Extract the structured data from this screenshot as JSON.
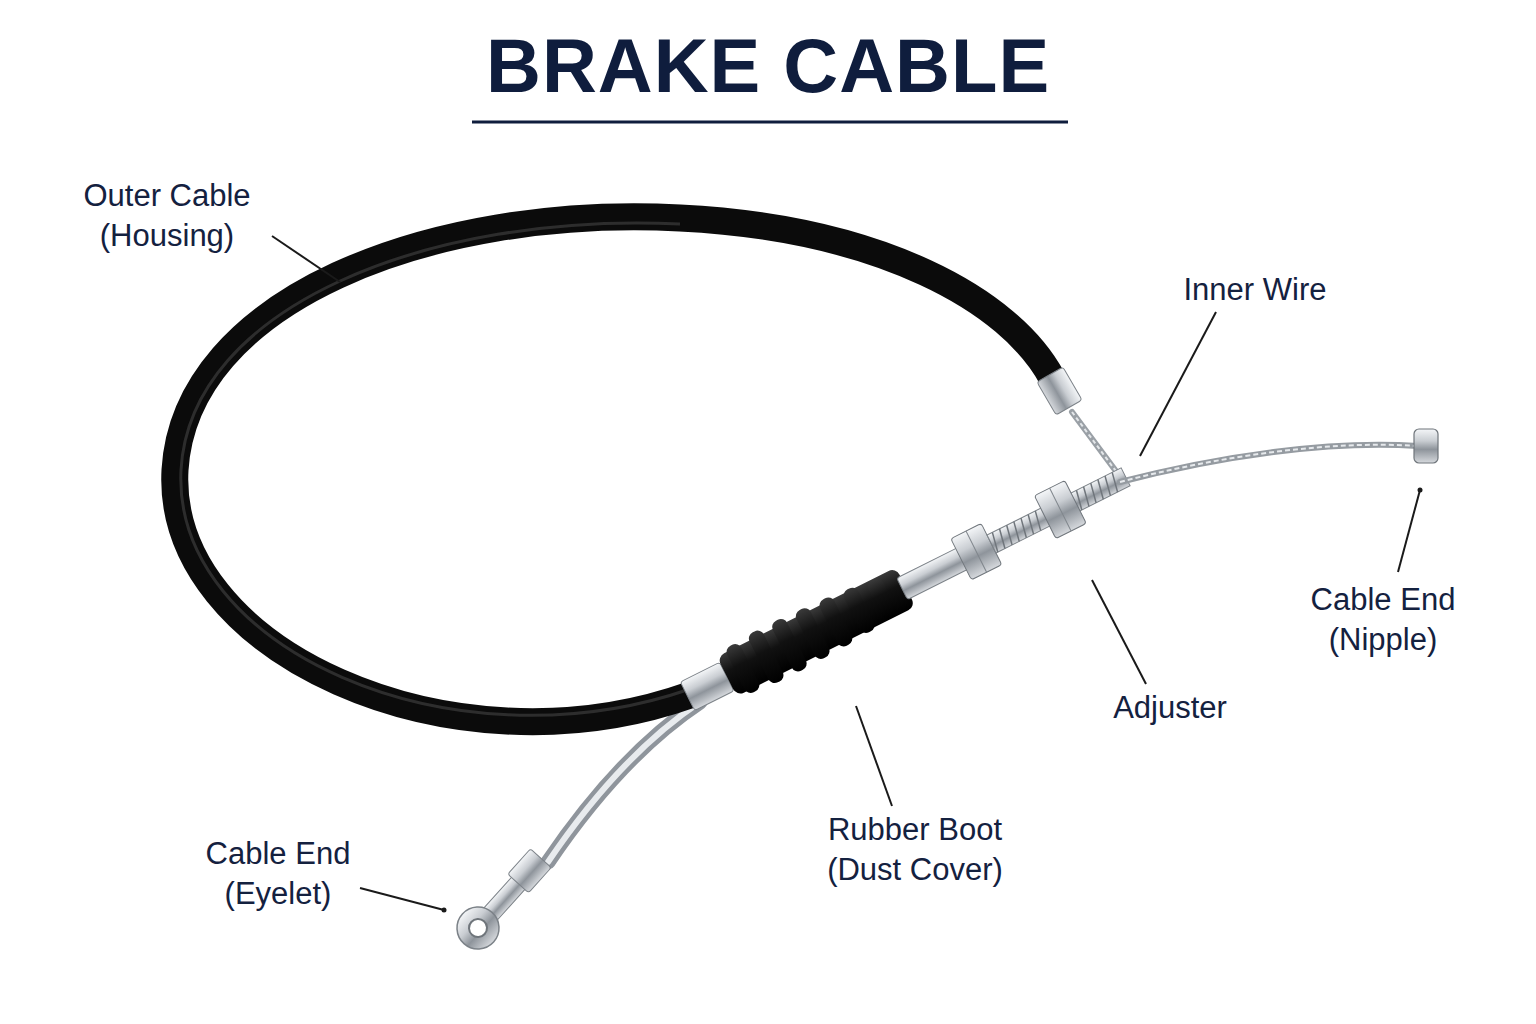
{
  "diagram": {
    "title": "BRAKE CABLE",
    "labels": [
      "Outer Cable (Housing)",
      "Inner Wire",
      "Cable End (Nipple)",
      "Adjuster",
      "Rubber Boot (Dust Cover)",
      "Cable End (Eyelet)"
    ]
  }
}
